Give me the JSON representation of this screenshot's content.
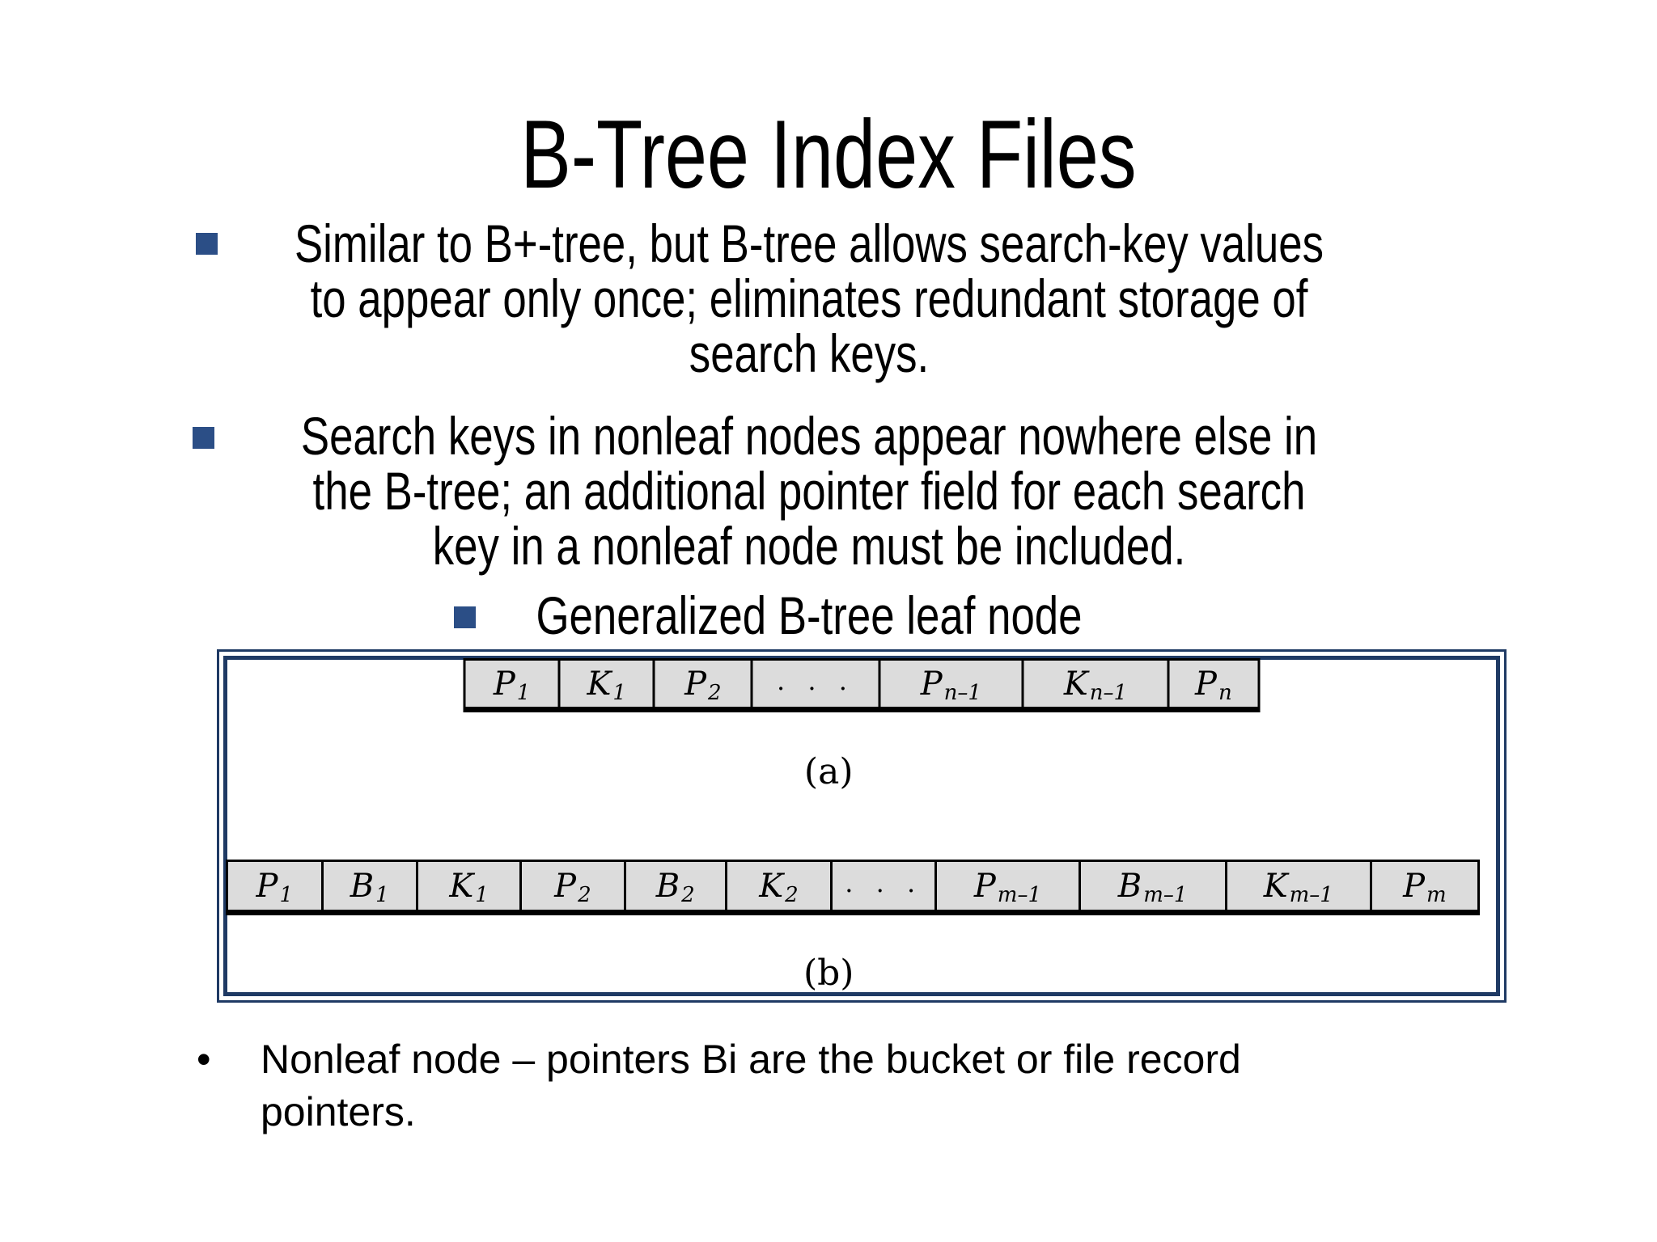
{
  "slide_title": "B-Tree Index Files",
  "bullets": [
    {
      "marker": "square",
      "lines": [
        "Similar to B+-tree, but B-tree allows search-key values",
        "to appear only once; eliminates redundant storage of",
        "search keys."
      ]
    },
    {
      "marker": "square",
      "lines": [
        "Search keys in nonleaf nodes appear nowhere else in",
        "the B-tree; an additional pointer field for each search",
        "key in a nonleaf node must be included."
      ]
    },
    {
      "marker": "square",
      "lines": [
        "Generalized B-tree leaf node"
      ]
    }
  ],
  "figure": {
    "label_a": "(a)",
    "label_b": "(b)",
    "row_a_cells": [
      {
        "text": "P",
        "sub": "1",
        "w": 117
      },
      {
        "text": "K",
        "sub": "1",
        "w": 117
      },
      {
        "text": "P",
        "sub": "2",
        "w": 121
      },
      {
        "text": ". . .",
        "sub": "",
        "dots": true,
        "w": 158
      },
      {
        "text": "P",
        "sub": "n–1",
        "w": 179
      },
      {
        "text": "K",
        "sub": "n–1",
        "w": 181
      },
      {
        "text": "P",
        "sub": "n",
        "w": 112
      }
    ],
    "row_b_cells": [
      {
        "text": "P",
        "sub": "1",
        "w": 117
      },
      {
        "text": "B",
        "sub": "1",
        "w": 117
      },
      {
        "text": "K",
        "sub": "1",
        "w": 128
      },
      {
        "text": "P",
        "sub": "2",
        "w": 128
      },
      {
        "text": "B",
        "sub": "2",
        "w": 125
      },
      {
        "text": "K",
        "sub": "2",
        "w": 130
      },
      {
        "text": ". . .",
        "sub": "",
        "dots": true,
        "w": 129
      },
      {
        "text": "P",
        "sub": "m–1",
        "w": 178
      },
      {
        "text": "B",
        "sub": "m–1",
        "w": 182
      },
      {
        "text": "K",
        "sub": "m–1",
        "w": 180
      },
      {
        "text": "P",
        "sub": "m",
        "w": 133
      }
    ]
  },
  "footer_bullet": {
    "marker": "•",
    "lines": [
      "Nonleaf node – pointers Bi are the bucket or file record",
      "pointers."
    ]
  },
  "colors": {
    "bullet_square": "#2B4E86",
    "frame_border": "#1F3A64",
    "cell_fill": "#DCDCDC",
    "cell_border": "#000000",
    "text": "#000000",
    "background": "#FFFFFF"
  }
}
